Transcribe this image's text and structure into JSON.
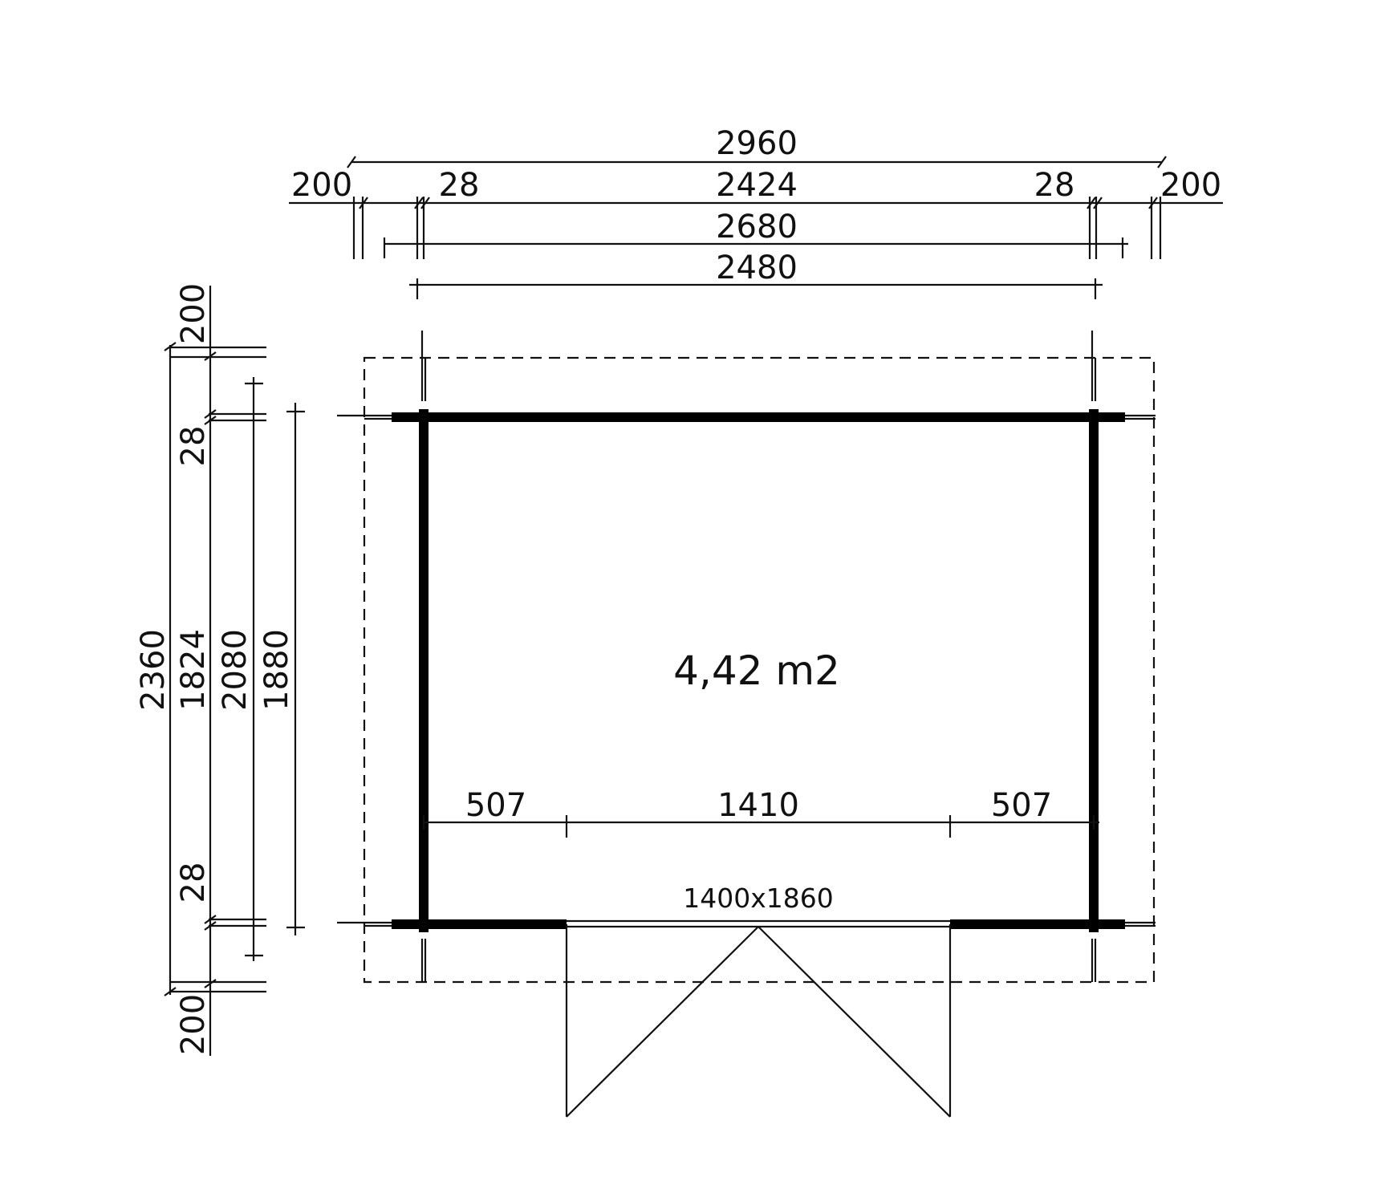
{
  "dimensions": {
    "top": {
      "overall": "2960",
      "overhang_left": "200",
      "overhang_right": "200",
      "wall_left": "28",
      "wall_right": "28",
      "inner": "2424",
      "outer_corner": "2680",
      "wall_axis": "2480"
    },
    "left": {
      "overhang_top": "200",
      "overhang_bottom": "200",
      "wall_top": "28",
      "wall_bottom": "28",
      "overall": "2360",
      "inner": "1824",
      "outer_corner": "2080",
      "wall_axis": "1880"
    },
    "front": {
      "segment_left": "507",
      "door_opening": "1410",
      "segment_right": "507",
      "door_size": "1400x1860"
    }
  },
  "room": {
    "area": "4,42 m2"
  }
}
